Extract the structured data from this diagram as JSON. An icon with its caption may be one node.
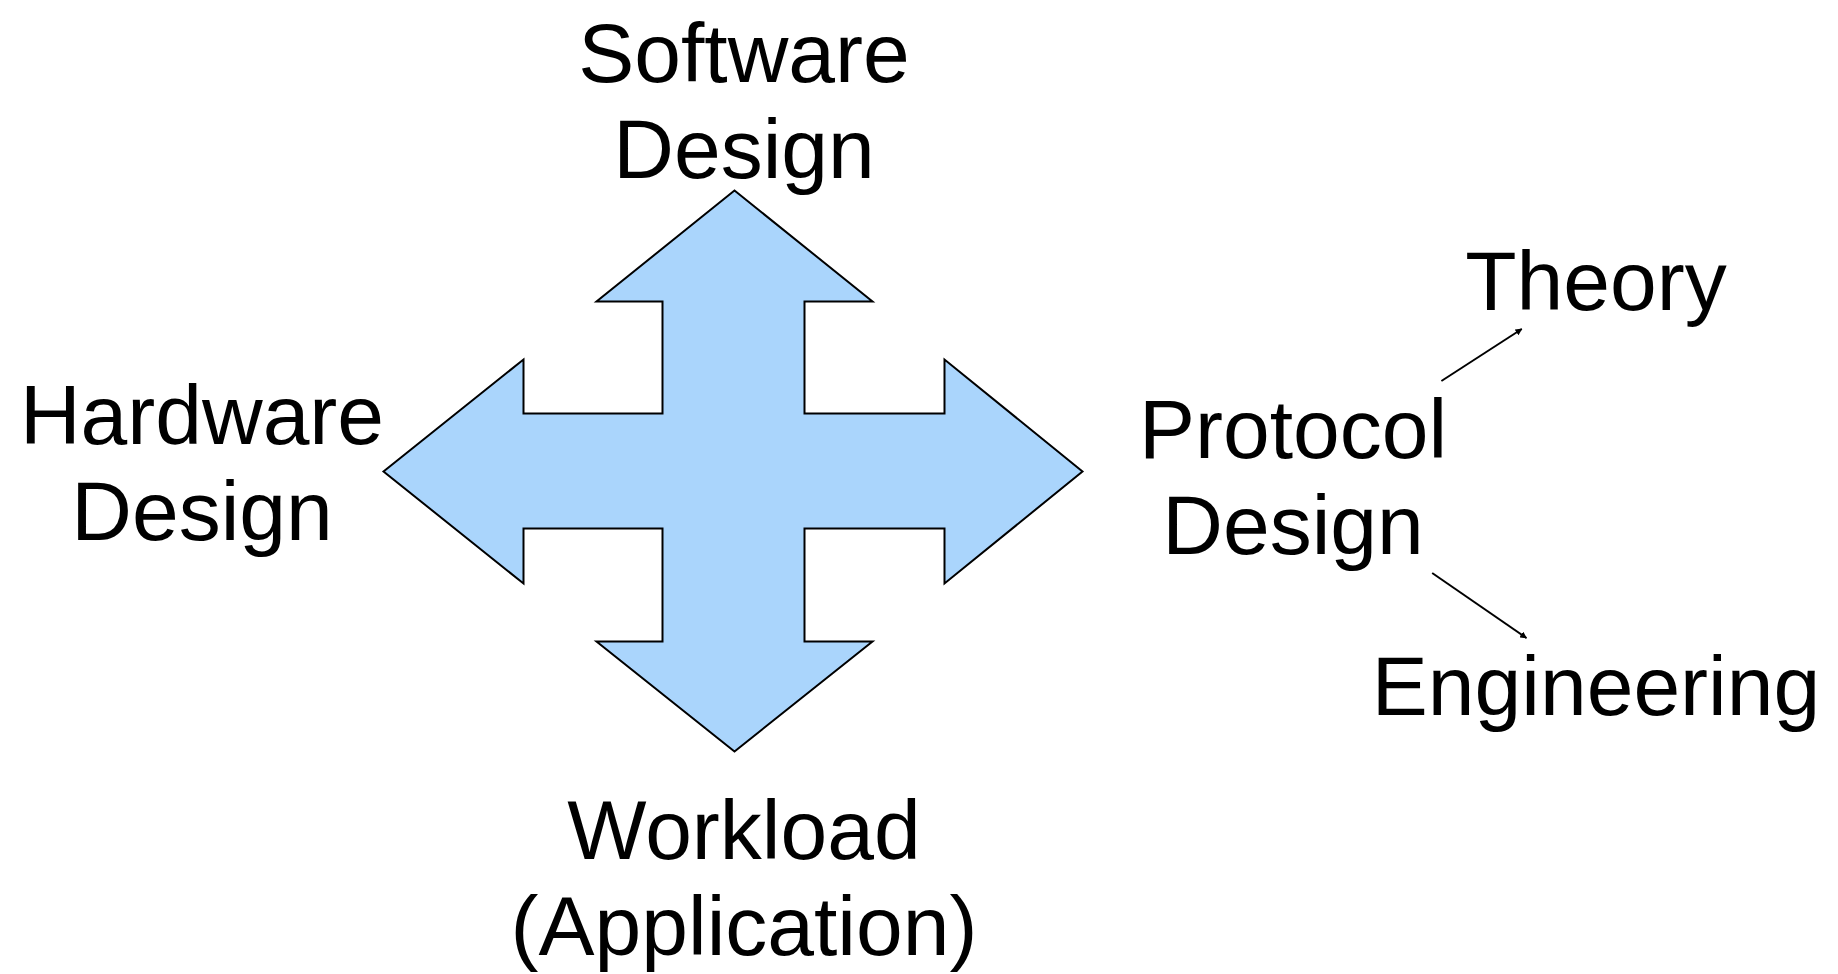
{
  "diagram": {
    "nodes": [
      {
        "text": [
          "Software Design"
        ]
      },
      {
        "text": [
          "Theory"
        ]
      },
      {
        "text": [
          "Hardware Design"
        ]
      },
      {
        "text": [],
        "shape": "cross"
      },
      {
        "text": [
          "Protocol Design"
        ]
      },
      {
        "text": [
          "Engineering"
        ]
      },
      {
        "text": [
          "Workload (Application)"
        ]
      }
    ],
    "edges": [
      {
        "from": 4,
        "to": 1,
        "arrow": "to"
      },
      {
        "from": 4,
        "to": 5,
        "arrow": "to"
      }
    ]
  }
}
